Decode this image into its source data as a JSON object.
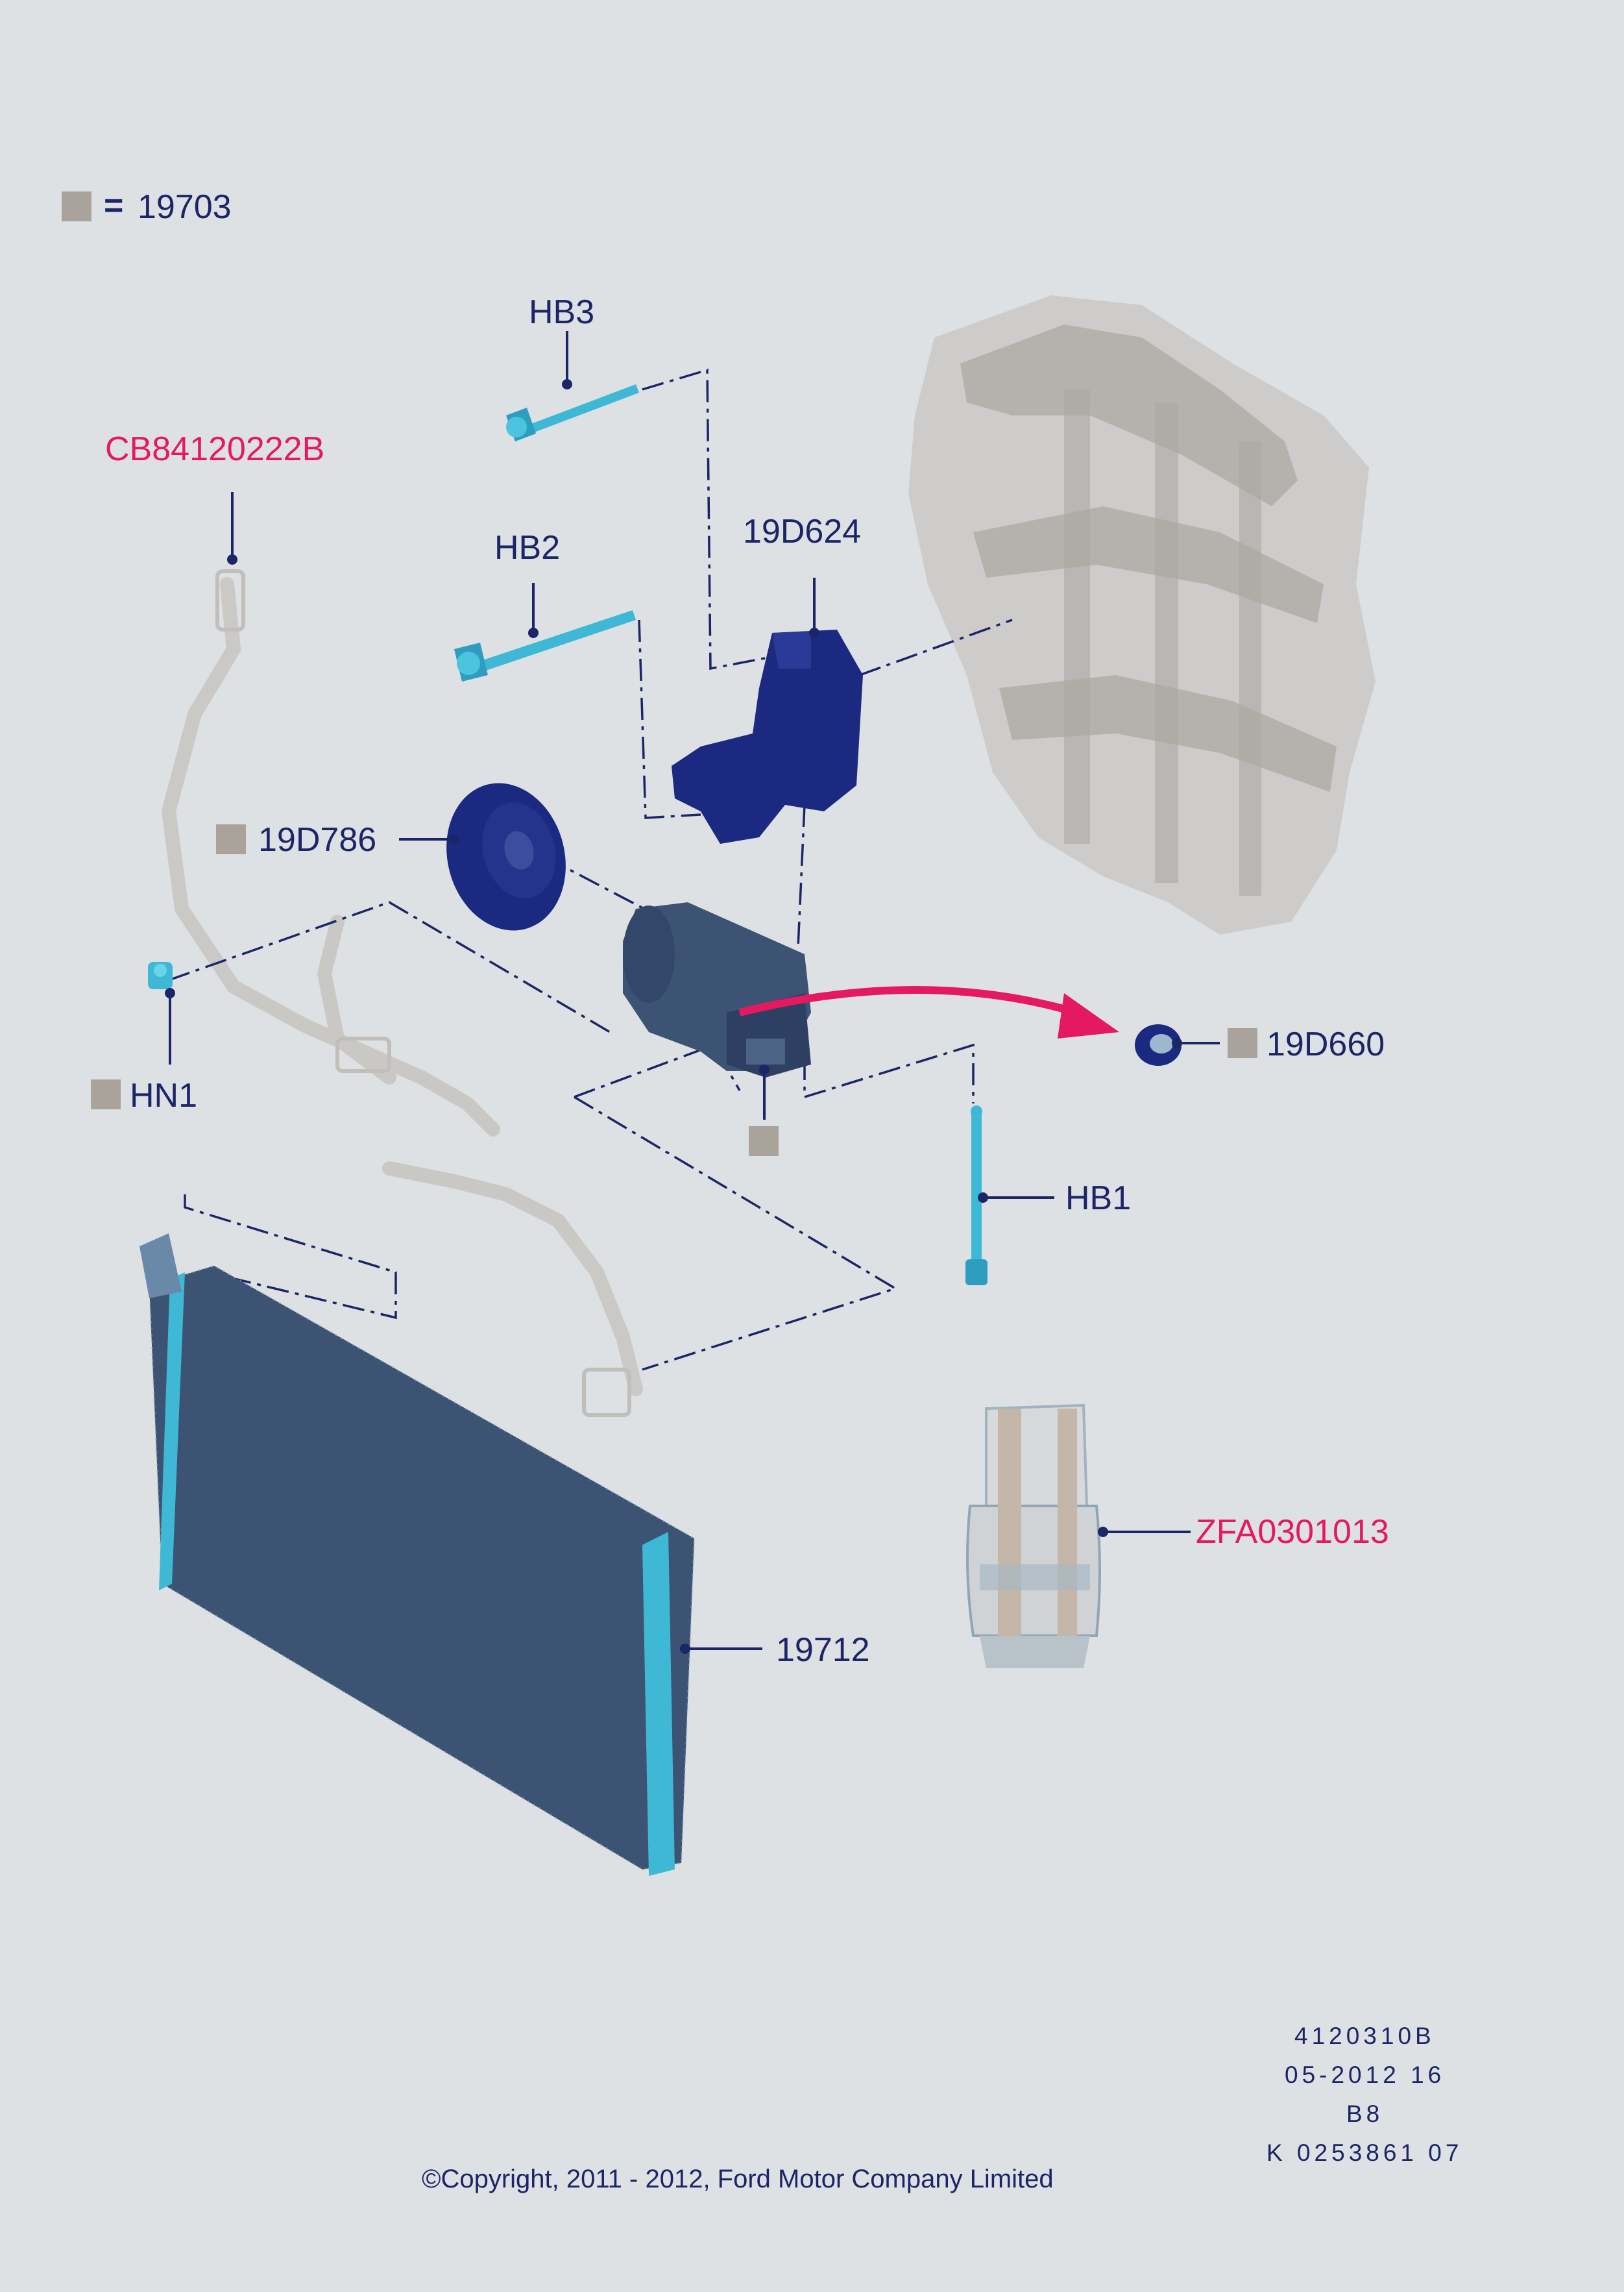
{
  "legend": {
    "equals": "=",
    "code": "19703"
  },
  "callouts": {
    "hb3": "HB3",
    "hb2": "HB2",
    "hb1": "HB1",
    "hn1": "HN1",
    "p19d624": "19D624",
    "p19d786": "19D786",
    "p19d660": "19D660",
    "p19712": "19712",
    "cb84120222b": "CB84120222B",
    "zfa0301013": "ZFA0301013"
  },
  "colors": {
    "background": "#dde1e3",
    "label_navy": "#1b2567",
    "label_pink": "#e5195f",
    "part_cyan": "#3fb8d6",
    "part_dark": "#1b2a80",
    "part_slate": "#3d5374",
    "ghost": "#b4b0aa",
    "marker_grey": "#a9a39c"
  },
  "info_block": {
    "line1": "4120310B",
    "line2": "05-2012 16",
    "line3": "B8",
    "line4": "K 0253861 07"
  },
  "copyright": "©Copyright, 2011 - 2012, Ford Motor Company Limited"
}
